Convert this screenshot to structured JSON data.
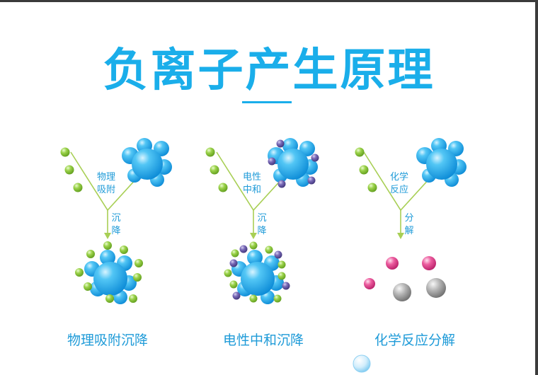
{
  "title": "负离子产生原理",
  "processes": [
    {
      "top_label_1": "物理",
      "top_label_2": "吸附",
      "down_label_1": "沉",
      "down_label_2": "降",
      "caption": "物理吸附沉降"
    },
    {
      "top_label_1": "电性",
      "top_label_2": "中和",
      "down_label_1": "沉",
      "down_label_2": "降",
      "caption": "电性中和沉降"
    },
    {
      "top_label_1": "化学",
      "top_label_2": "反应",
      "down_label_1": "分",
      "down_label_2": "解",
      "caption": "化学反应分解"
    }
  ],
  "colors": {
    "accent": "#1aaeea",
    "label_blue": "#1f9bd8",
    "line_green": "#a8cf55",
    "negative_ion_green": "#8cc63f",
    "ion_purple": "#6b5fa8",
    "product_pink": "#e3478f",
    "product_gray": "#9c9c9c"
  }
}
